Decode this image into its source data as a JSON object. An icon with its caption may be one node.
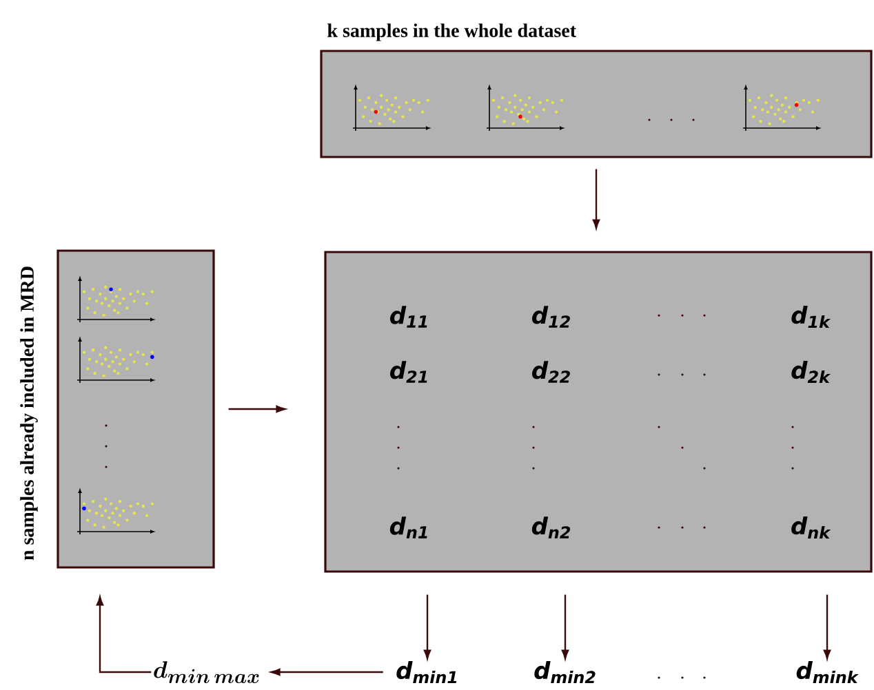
{
  "diagram": {
    "nodes": [
      {
        "text": [
          "k samples in the whole dataset"
        ]
      },
      {
        "text": [
          "n samples already included in MRD"
        ]
      },
      {
        "text": [
          "d$_{11}$",
          "d$_{12}$",
          "d$_{1k}$",
          "d$_{21}$",
          "d$_{22}$",
          "d$_{2k}$",
          "d$_{n1}$",
          "d$_{n2}$",
          "d$_{nk}$"
        ]
      },
      {
        "text": [
          "d$_{min1}$"
        ]
      },
      {
        "text": [
          "d$_{min2}$"
        ]
      },
      {
        "text": [
          "d$_{mink}$"
        ]
      },
      {
        "text": [
          "d_{min\\,max}"
        ]
      }
    ],
    "edges": [
      {
        "from": 0,
        "to": 2,
        "arrow": "to"
      },
      {
        "from": 1,
        "to": 2,
        "arrow": "to"
      },
      {
        "from": 2,
        "to": 3,
        "arrow": "to"
      },
      {
        "from": 2,
        "to": 4,
        "arrow": "to"
      },
      {
        "from": 2,
        "to": 5,
        "arrow": "to"
      },
      {
        "from": 3,
        "to": 6,
        "arrow": "to"
      },
      {
        "from": 6,
        "to": 1,
        "arrow": "to"
      }
    ]
  }
}
